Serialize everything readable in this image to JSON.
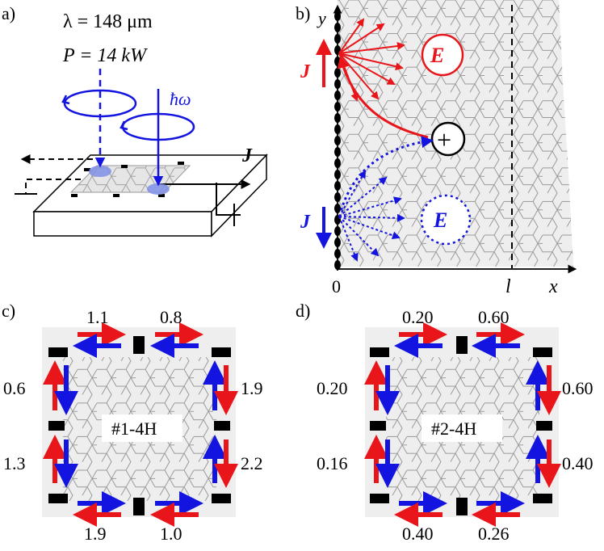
{
  "panel_a": {
    "label": "a)",
    "lambda": "λ = 148 μm",
    "power": "P = 14 kW",
    "hbar_omega": "ħω",
    "current": "J"
  },
  "panel_b": {
    "label": "b)",
    "y_axis": "y",
    "x_axis": "x",
    "origin": "0",
    "edge_l": "l",
    "J_top": "J",
    "J_bottom": "J",
    "E_top": "E",
    "E_bottom": "E",
    "plus": "+"
  },
  "panel_c": {
    "label": "c)",
    "sample": "#1-4H",
    "top_left": "1.1",
    "top_right": "0.8",
    "left_upper": "0.6",
    "left_lower": "1.3",
    "right_upper": "1.9",
    "right_lower": "2.2",
    "bottom_left": "1.9",
    "bottom_right": "1.0"
  },
  "panel_d": {
    "label": "d)",
    "sample": "#2-4H",
    "top_left": "0.20",
    "top_right": "0.60",
    "left_upper": "0.20",
    "left_lower": "0.16",
    "right_upper": "0.60",
    "right_lower": "0.40",
    "bottom_left": "0.40",
    "bottom_right": "0.26"
  },
  "colors": {
    "red": "#e8161b",
    "blue": "#1414e0",
    "light_blue": "#7f8fe8",
    "hex_fill": "#eeeeee",
    "hex_stroke": "#9a9a9a"
  }
}
